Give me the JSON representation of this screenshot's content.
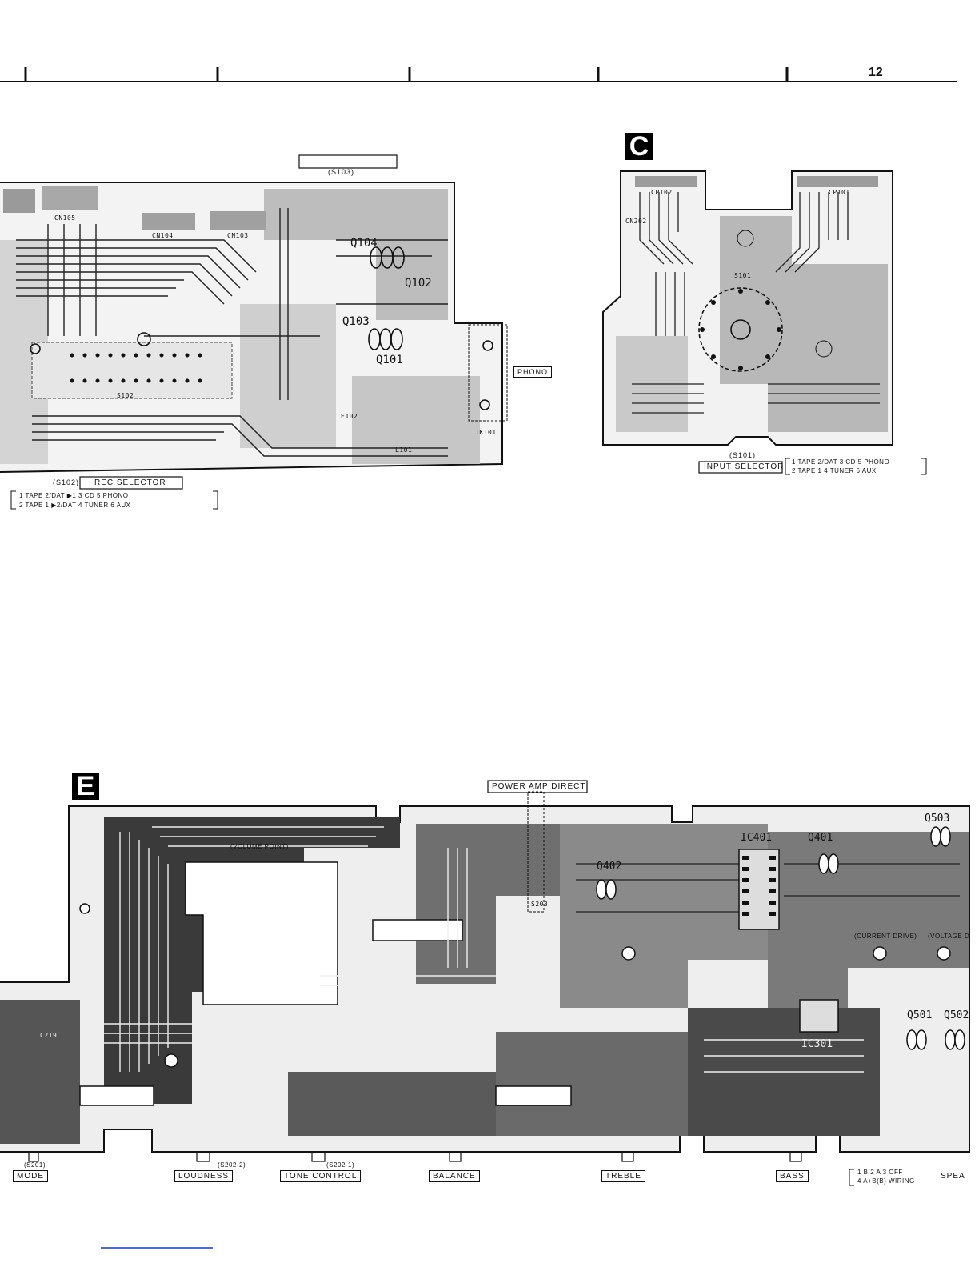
{
  "header": {
    "page_number": "12"
  },
  "panel_top_left": {
    "switch_ref_top": "(S103)",
    "selector_ref": "(S102)",
    "selector_title": "REC SELECTOR",
    "legend_line1": "1 TAPE 2/DAT ▶1 3 CD 5 PHONO",
    "legend_line2": "2 TAPE 1 ▶2/DAT 4 TUNER 6 AUX",
    "jack_label": "PHONO",
    "jack_ref": "JK101",
    "parts": [
      "Q104",
      "Q102",
      "Q103",
      "Q101",
      "CN105",
      "CN104",
      "CN103",
      "S102",
      "E102",
      "L101"
    ]
  },
  "panel_c": {
    "badge": "C",
    "switch_ref": "(S101)",
    "selector_title": "INPUT SELECTOR",
    "legend_line1": "1 TAPE 2/DAT 3 CD 5 PHONO",
    "legend_line2": "2 TAPE 1 4 TUNER 6 AUX",
    "parts": [
      "CP102",
      "CP101",
      "CN202",
      "S101"
    ]
  },
  "panel_e": {
    "badge": "E",
    "top_label": "POWER AMP DIRECT",
    "parts": [
      "IC401",
      "Q401",
      "Q402",
      "Q503",
      "Q501",
      "Q502",
      "IC301",
      "C219",
      "S203",
      "(CURRENT DRIVE)",
      "(VOLTAGE D",
      "(VOLUME POINT)"
    ],
    "bottom_labels": [
      {
        "ref": "(S201)",
        "name": "MODE"
      },
      {
        "ref": "(S202-2)",
        "name": "LOUDNESS"
      },
      {
        "ref": "(S202-1)",
        "name": "TONE CONTROL"
      },
      {
        "ref": "",
        "name": "BALANCE"
      },
      {
        "ref": "",
        "name": "TREBLE"
      },
      {
        "ref": "",
        "name": "BASS"
      }
    ],
    "speaker_legend_line1": "1 B 2 A 3 OFF",
    "speaker_legend_line2": "4 A+B(B) WIRING",
    "speaker_label": "SPEA"
  }
}
